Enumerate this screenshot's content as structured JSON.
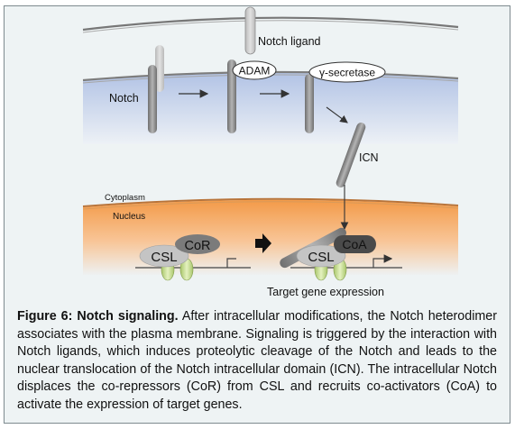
{
  "diagram": {
    "labels": {
      "notch_ligand": "Notch ligand",
      "notch": "Notch",
      "adam": "ADAM",
      "gamma_secretase": "γ-secretase",
      "icn": "ICN",
      "cytoplasm": "Cytoplasm",
      "nucleus": "Nucleus",
      "cor": "CoR",
      "csl_left": "CSL",
      "csl_right": "CSL",
      "coa": "CoA",
      "target_gene_expression": "Target gene expression"
    },
    "colors": {
      "frame_bg": "#eef3f4",
      "membrane_blue": "#b9c8e6",
      "nucleus_orange": "#f4a354",
      "notch_gray": "#8c8c8c",
      "light_gray": "#c7c7c7",
      "cor_gray": "#7a7a7a",
      "coa_dark": "#4a4a4a",
      "dna_green": "#cfe39e"
    }
  },
  "caption": {
    "title": "Figure 6: Notch signaling.",
    "body": "After intracellular modifications, the Notch heterodimer associates with the plasma membrane. Signaling is triggered by the interaction with Notch ligands, which induces proteolytic cleavage of the Notch and leads to the nuclear translocation of the Notch intracellular domain (ICN). The intracellular Notch displaces the co-repressors (CoR) from CSL and recruits co-activators (CoA) to activate the expression of target genes."
  }
}
